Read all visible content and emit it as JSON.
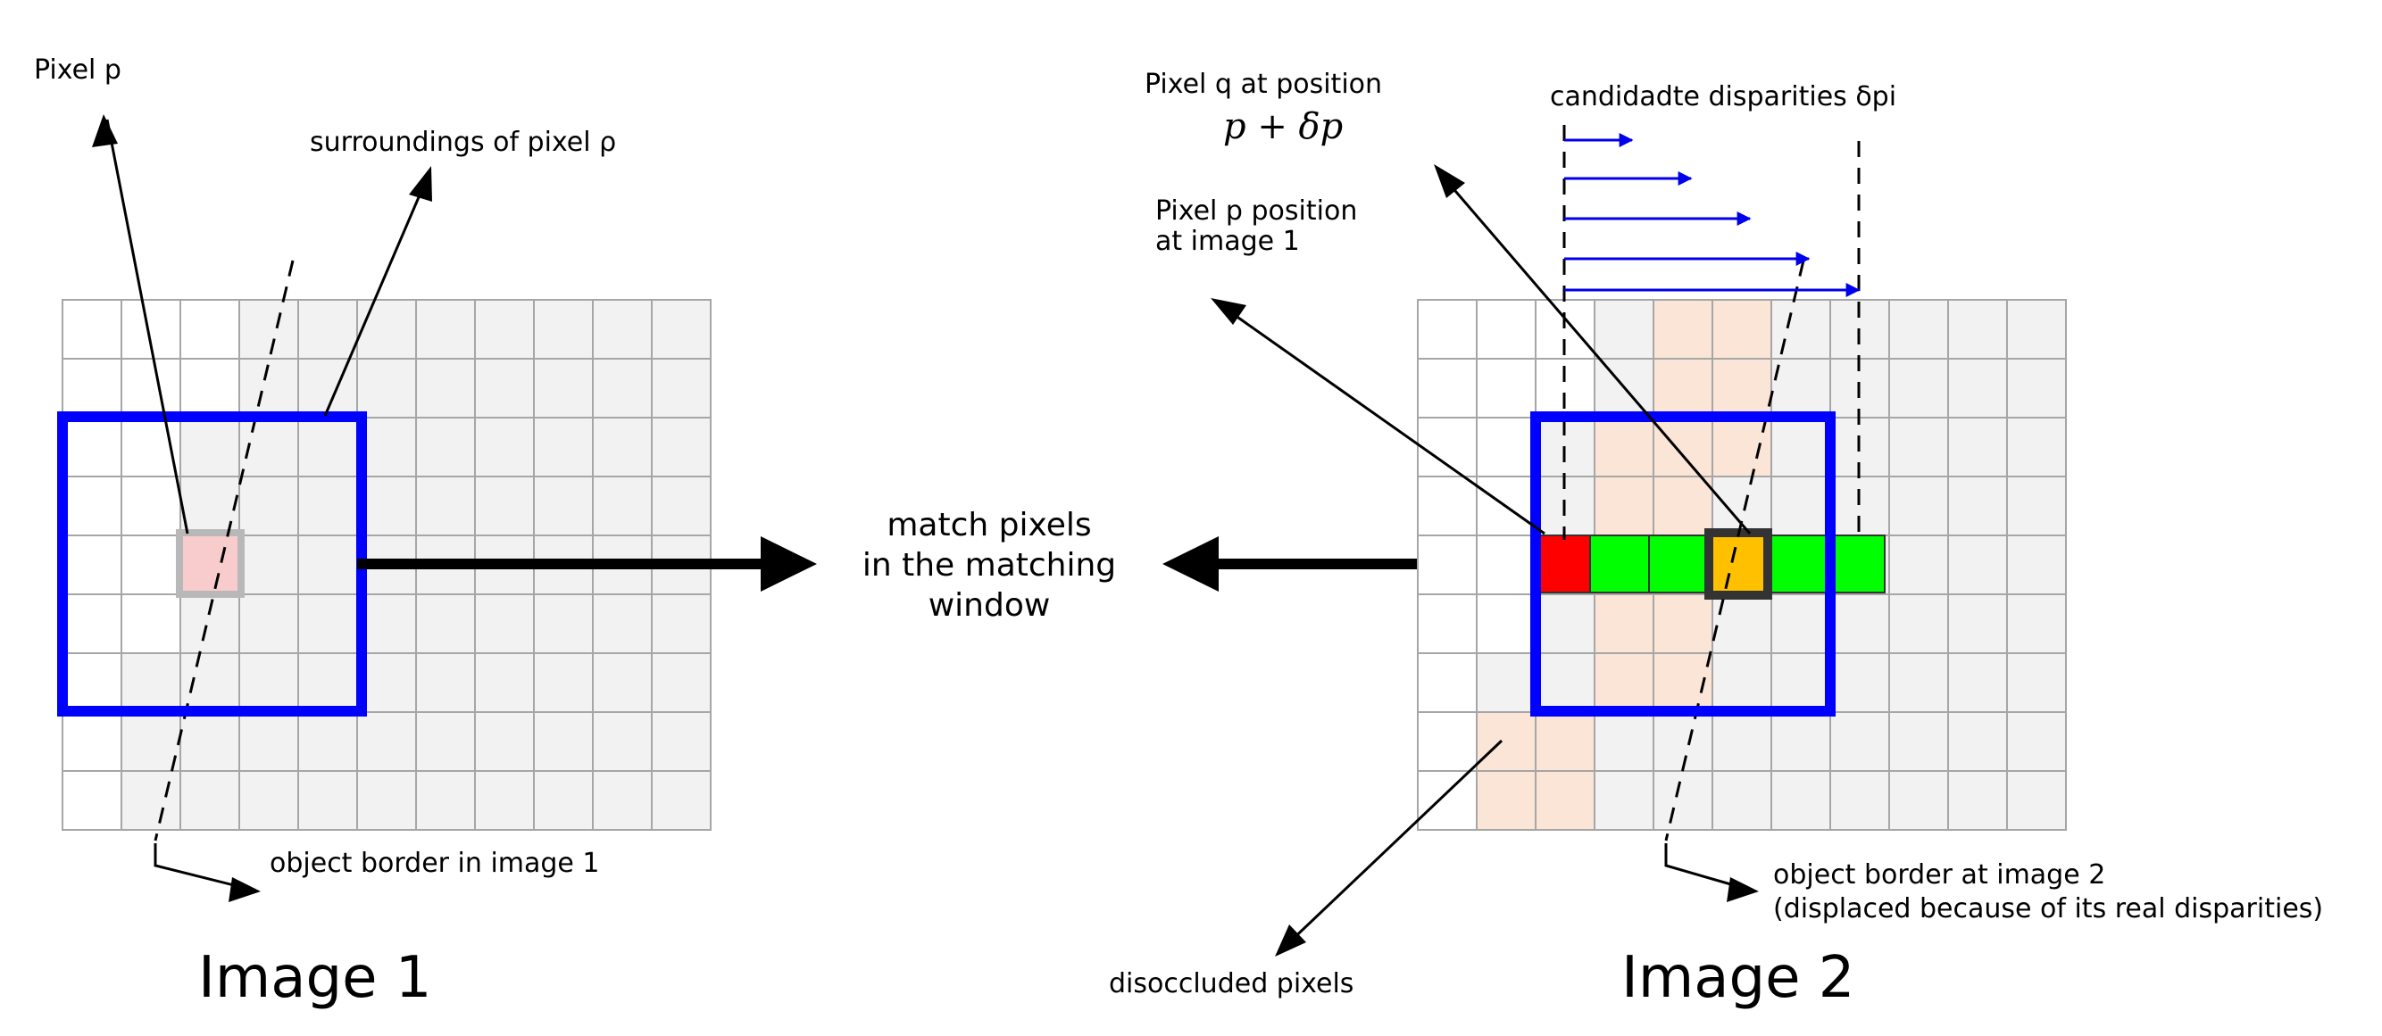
{
  "labels": {
    "pixel_p": "Pixel p",
    "surroundings": "surroundings of pixel ρ",
    "object_border_1": "object border in image 1",
    "match_line1": "match pixels",
    "match_line2": "in the matching",
    "match_line3": "window",
    "image1_title": "Image 1",
    "image2_title": "Image 2",
    "pixel_q_line1": "Pixel q at position",
    "pixel_q_formula": "p + δp",
    "candidate_disparities": "candidadte disparities δpi",
    "pixel_p_pos_line1": "Pixel p position",
    "pixel_p_pos_line2": "at image 1",
    "object_border_2_line1": "object border at image 2",
    "object_border_2_line2": "(displaced because of its real disparities)",
    "disoccluded": "disoccluded pixels"
  },
  "colors": {
    "window_blue": "#0000ff",
    "disparity_arrow_blue": "#0000ee",
    "background_cell": "#f2f2f2",
    "grid_line": "#a6a6a6",
    "highlight_pixel": "#f8cccc",
    "disoccluded_fill": "#fbe5d6",
    "reference_red": "#ff0000",
    "candidate_green": "#00ff00",
    "matched_orange": "#ffc000"
  },
  "grids": {
    "rows": 9,
    "cols": 11
  },
  "disparities": {
    "count": 5
  }
}
